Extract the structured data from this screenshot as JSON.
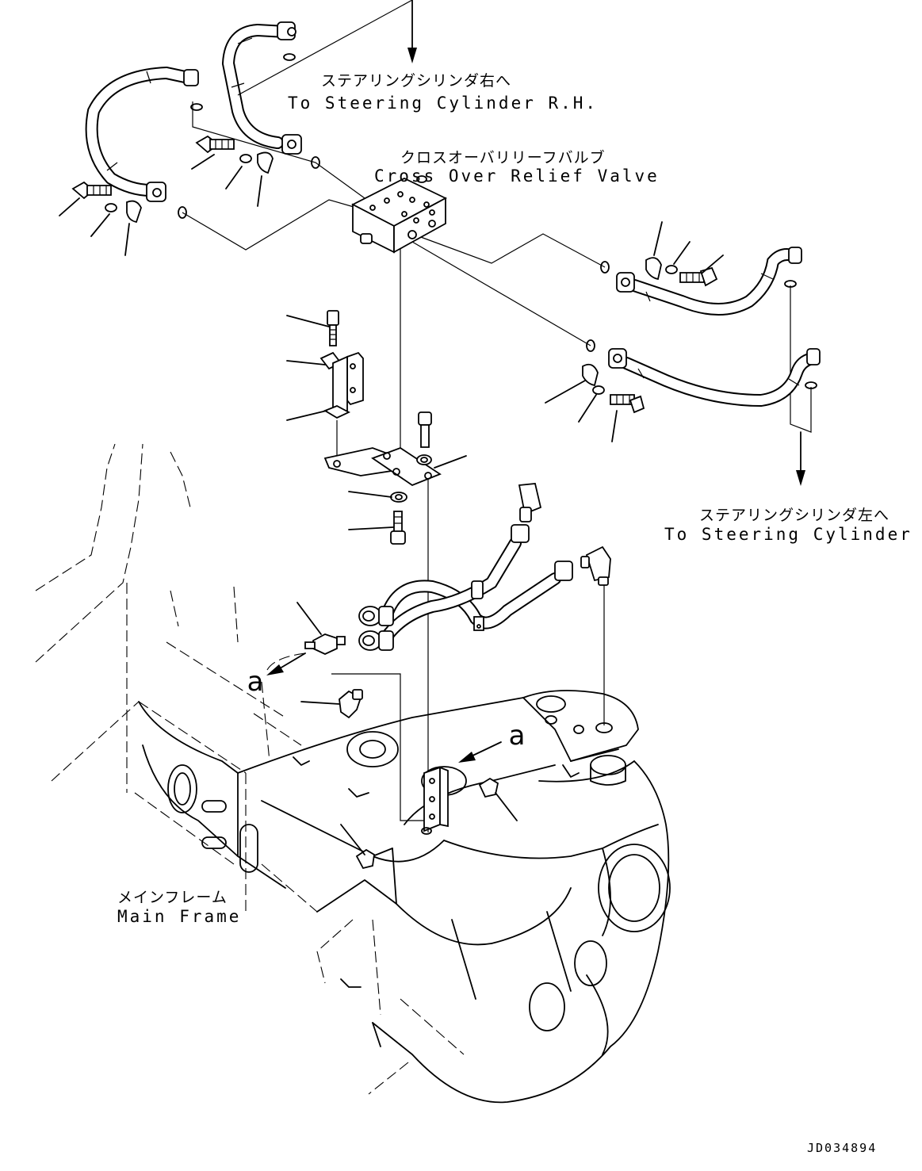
{
  "labels": {
    "steering_rh_jp": "ステアリングシリンダ右へ",
    "steering_rh_en": "To Steering Cylinder R.H.",
    "relief_valve_jp": "クロスオーバリリーフバルブ",
    "relief_valve_en": "Cross Over Relief Valve",
    "steering_lh_jp": "ステアリングシリンダ左へ",
    "steering_lh_en": "To Steering Cylinder L.H.",
    "main_frame_jp": "メインフレーム",
    "main_frame_en": "Main Frame",
    "view_marker_left": "a",
    "view_marker_right": "a",
    "drawing_code": "JD034894"
  }
}
